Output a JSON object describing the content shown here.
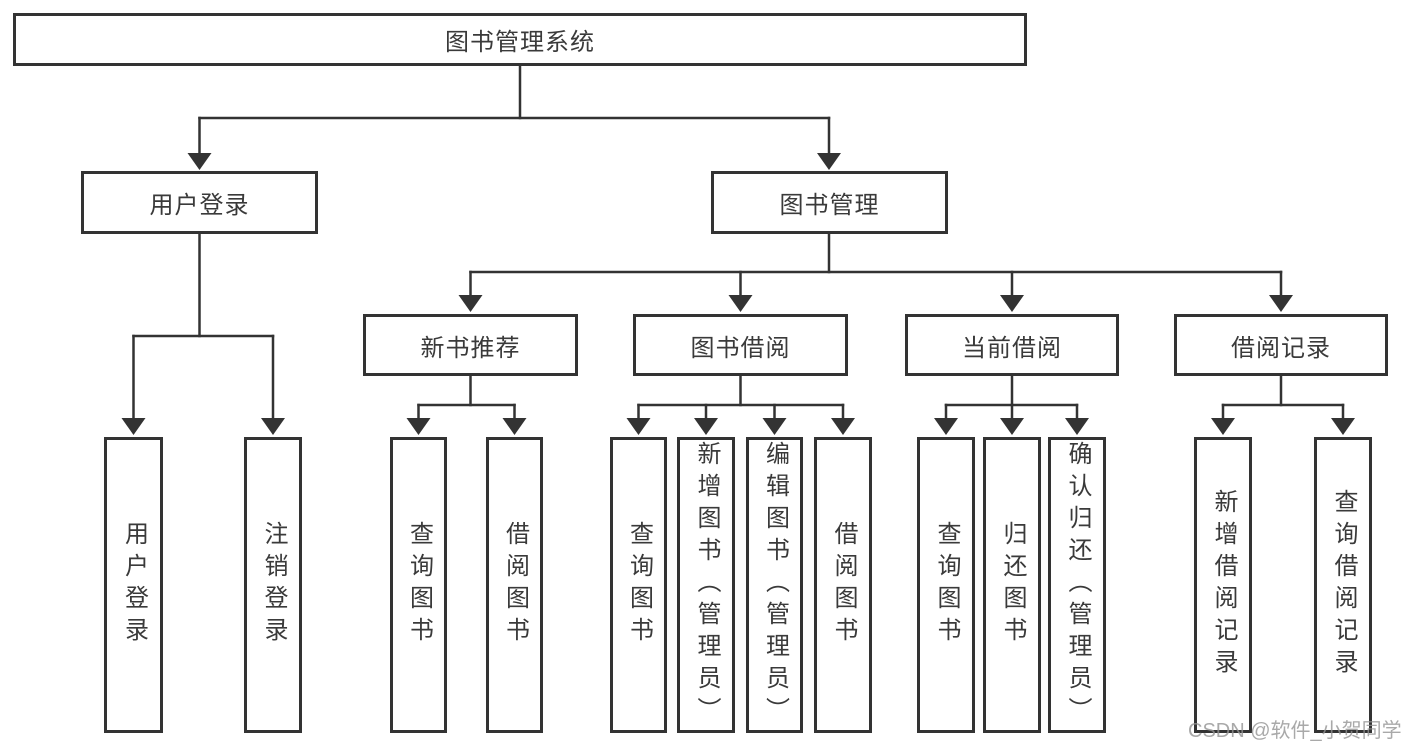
{
  "diagram": {
    "title": "图书管理系统",
    "type": "hierarchy-tree",
    "colors": {
      "line": "#333333",
      "box_border": "#333333",
      "box_fill": "#ffffff",
      "text": "#3a3a3a",
      "background": "#ffffff",
      "watermark": "#949494"
    },
    "tree": {
      "root": {
        "label": "图书管理系统",
        "children": [
          {
            "label": "用户登录",
            "children": [
              {
                "label": "用户登录"
              },
              {
                "label": "注销登录"
              }
            ]
          },
          {
            "label": "图书管理",
            "children": [
              {
                "label": "新书推荐",
                "children": [
                  {
                    "label": "查询图书"
                  },
                  {
                    "label": "借阅图书"
                  }
                ]
              },
              {
                "label": "图书借阅",
                "children": [
                  {
                    "label": "查询图书"
                  },
                  {
                    "label": "新增图书（管理员）"
                  },
                  {
                    "label": "编辑图书（管理员）"
                  },
                  {
                    "label": "借阅图书"
                  }
                ]
              },
              {
                "label": "当前借阅",
                "children": [
                  {
                    "label": "查询图书"
                  },
                  {
                    "label": "归还图书"
                  },
                  {
                    "label": "确认归还（管理员）"
                  }
                ]
              },
              {
                "label": "借阅记录",
                "children": [
                  {
                    "label": "新增借阅记录"
                  },
                  {
                    "label": "查询借阅记录"
                  }
                ]
              }
            ]
          }
        ]
      }
    }
  },
  "watermark": {
    "text": "CSDN @软件_小贺同学"
  }
}
